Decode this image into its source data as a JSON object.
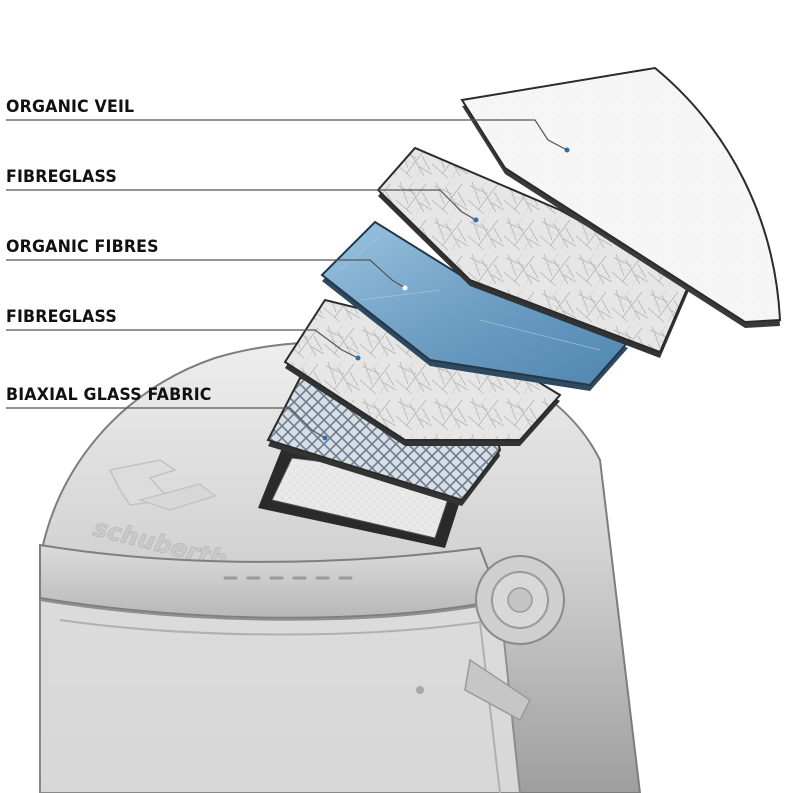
{
  "diagram": {
    "callouts": [
      {
        "label": "ORGANIC VEIL"
      },
      {
        "label": "FIBREGLASS"
      },
      {
        "label": "ORGANIC FIBRES"
      },
      {
        "label": "FIBREGLASS"
      },
      {
        "label": "BIAXIAL GLASS FABRIC"
      }
    ],
    "brand_mark": "schuberth",
    "colors": {
      "organic_fibres_layer": "#6e9fc4",
      "fibreglass_layer": "#e4e4e4",
      "organic_veil_layer": "#f5f5f5",
      "helmet_shell": "#c8c8c8",
      "callout_line": "#555555",
      "label_text": "#111111"
    }
  }
}
